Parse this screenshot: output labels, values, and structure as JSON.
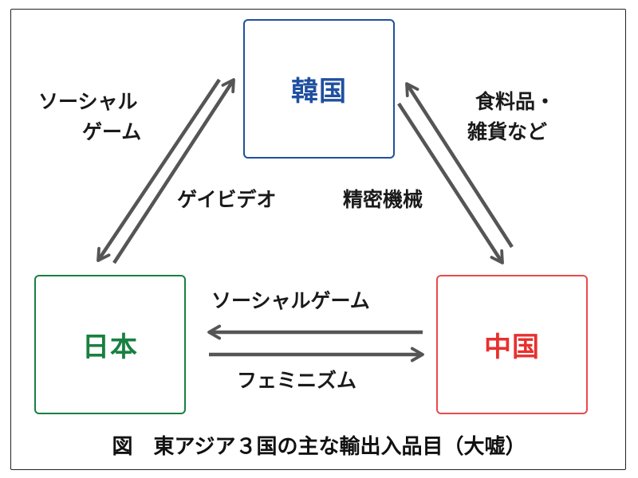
{
  "nodes": {
    "korea": "韓国",
    "japan": "日本",
    "china": "中国"
  },
  "flows": {
    "japan_to_korea": "ソーシャル",
    "japan_to_korea_2": "ゲーム",
    "korea_to_japan": "ゲイビデオ",
    "korea_to_china": "精密機械",
    "china_to_korea_1": "食料品・",
    "china_to_korea_2": "雑貨など",
    "china_to_japan": "ソーシャルゲーム",
    "japan_to_china": "フェミニズム"
  },
  "caption": "図　東アジア３国の主な輸出入品目（大嘘）",
  "colors": {
    "korea": "#1f4fa0",
    "japan": "#198040",
    "china": "#e8302e",
    "arrow": "#555555"
  }
}
